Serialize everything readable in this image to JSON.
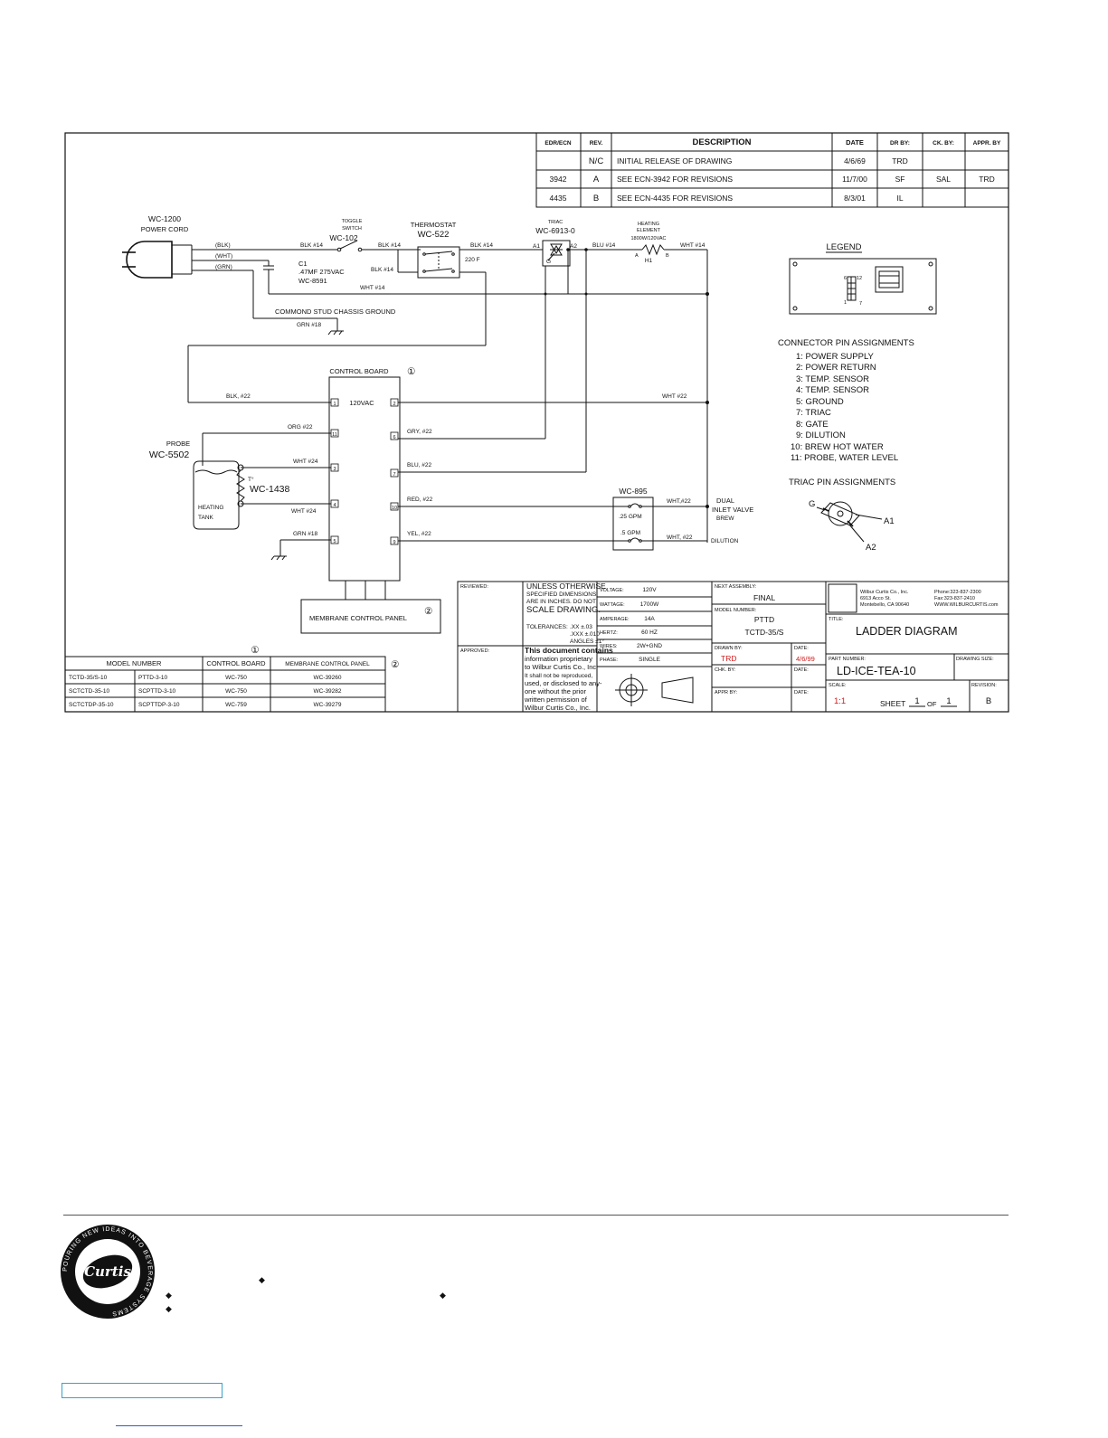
{
  "revision_table": {
    "headers": [
      "EDR/ECN",
      "REV.",
      "DESCRIPTION",
      "DATE",
      "DR BY:",
      "CK. BY:",
      "APPR. BY"
    ],
    "rows": [
      {
        "ecn": "",
        "rev": "N/C",
        "desc": "INITIAL RELEASE OF DRAWING",
        "date": "4/6/69",
        "dr": "TRD",
        "ck": "",
        "appr": ""
      },
      {
        "ecn": "3942",
        "rev": "A",
        "desc": "SEE ECN-3942 FOR REVISIONS",
        "date": "11/7/00",
        "dr": "SF",
        "ck": "SAL",
        "appr": "TRD"
      },
      {
        "ecn": "4435",
        "rev": "B",
        "desc": "SEE ECN-4435 FOR REVISIONS",
        "date": "8/3/01",
        "dr": "IL",
        "ck": "",
        "appr": ""
      }
    ]
  },
  "components": {
    "cord_part": "WC-1200",
    "cord_label": "POWER CORD",
    "blk": "(BLK)",
    "wht": "(WHT)",
    "grn": "(GRN)",
    "toggle_1": "TOGGLE",
    "toggle_2": "SWITCH",
    "toggle_part": "WC-102",
    "thermostat": "THERMOSTAT",
    "thermostat_part": "WC-522",
    "temp": "220 F",
    "triac": "TRIAC",
    "triac_part": "WC-6913-0",
    "heat_1": "HEATING",
    "heat_2": "ELEMENT",
    "heat_rating": "1800W/120VAC",
    "heat_ref": "H1",
    "cap": "C1",
    "cap_rating": ".47MF 275VAC",
    "cap_part": "WC-8591",
    "chassis": "COMMOND STUD CHASSIS GROUND",
    "control_board": "CONTROL BOARD",
    "board_voltage": "120VAC",
    "probe": "PROBE",
    "probe_part": "WC-5502",
    "sensor": "WC-1438",
    "t_mark": "T°",
    "tank_1": "HEATING",
    "tank_2": "TANK",
    "valve_part": "WC-895",
    "valve_gpm_1": ".25 GPM",
    "valve_gpm_2": ".5 GPM",
    "dual_1": "DUAL",
    "dual_2": "INLET VALVE",
    "dual_3": "BREW",
    "dilution": "DILUTION",
    "membrane": "MEMBRANE CONTROL PANEL",
    "circle1": "①",
    "circle2": "②",
    "pin_a1": "A1",
    "pin_a2": "A2",
    "pin_g": "G",
    "pin_a": "A",
    "pin_b": "B"
  },
  "wires": {
    "blk14": "BLK #14",
    "wht14": "WHT #14",
    "grn18": "GRN #18",
    "blu14": "BLU #14",
    "blk22": "BLK, #22",
    "wht22": "WHT #22",
    "org22": "ORG #22",
    "gry22": "GRY, #22",
    "wht24": "WHT #24",
    "blu22": "BLU, #22",
    "red22": "RED, #22",
    "yel22": "YEL, #22",
    "wht22b": "WHT,#22",
    "wht22c": "WHT, #22"
  },
  "board_pins": [
    "1",
    "2",
    "11",
    "6",
    "3",
    "7",
    "4",
    "10",
    "5",
    "9"
  ],
  "legend": {
    "title": "LEGEND",
    "conn_title": "CONNECTOR PIN ASSIGNMENTS",
    "pins": [
      "1: POWER SUPPLY",
      "2: POWER RETURN",
      "3: TEMP. SENSOR",
      "4: TEMP. SENSOR",
      "5: GROUND",
      "7: TRIAC",
      "8: GATE",
      "9: DILUTION",
      "10: BREW HOT WATER",
      "11: PROBE, WATER LEVEL"
    ],
    "triac_title": "TRIAC PIN ASSIGNMENTS",
    "n6": "6",
    "n12": "12",
    "n1": "1",
    "n7": "7"
  },
  "model_table": {
    "headers": [
      "MODEL NUMBER",
      "CONTROL BOARD",
      "MEMBRANE CONTROL PANEL"
    ],
    "rows": [
      [
        "TCTD-35/S-10",
        "PTTD-3-10",
        "WC-750",
        "WC-39260"
      ],
      [
        "SCTCTD-35-10",
        "SCPTTD-3-10",
        "WC-750",
        "WC-39282"
      ],
      [
        "SCTCTDP-35-10",
        "SCPTTDP-3-10",
        "WC-759",
        "WC-39279"
      ]
    ]
  },
  "title_block": {
    "reviewed": "REVIEWED:",
    "approved": "APPROVED:",
    "notes": [
      "UNLESS OTHERWISE",
      "SPECIFIED DIMENSIONS",
      "ARE IN INCHES. DO NOT",
      "SCALE DRAWING."
    ],
    "tolerances": "TOLERANCES:",
    "tol_values": [
      ".XX ±.03",
      ".XXX ±.010",
      "ANGLES ±1°"
    ],
    "proprietary": [
      "This document contains",
      "information proprietary",
      "to Wilbur Curtis Co., Inc.",
      "It shall not be reproduced,",
      "used, or disclosed to any-",
      "one without the prior",
      "written permission of",
      "Wilbur Curtis Co., Inc."
    ],
    "specs": [
      {
        "k": "VOLTAGE:",
        "v": "120V"
      },
      {
        "k": "WATTAGE:",
        "v": "1700W"
      },
      {
        "k": "AMPERAGE:",
        "v": "14A"
      },
      {
        "k": "HERTZ:",
        "v": "60 HZ"
      },
      {
        "k": "WIRES:",
        "v": "2W+GND"
      },
      {
        "k": "PHASE:",
        "v": "SINGLE"
      }
    ],
    "next_assembly_label": "NEXT ASSEMBLY:",
    "next_assembly": "FINAL",
    "model_number_label": "MODEL NUMBER:",
    "model_1": "PTTD",
    "model_2": "TCTD-35/S",
    "drawn_by_label": "DRAWN BY:",
    "drawn_by": "TRD",
    "date_label": "DATE:",
    "drawn_date": "4/6/99",
    "chk_by_label": "CHK. BY:",
    "appr_by_label": "APPR BY:",
    "company": [
      "Wilbur Curtis Co., Inc.",
      "6913 Acco St.",
      "Montebello, CA 90640"
    ],
    "contact": [
      "Phone:323-837-2300",
      "Fax:323-837-2410",
      "WWW.WILBURCURTIS.com"
    ],
    "title_label": "TITLE:",
    "title": "LADDER DIAGRAM",
    "part_number_label": "PART NUMBER:",
    "part_number": "LD-ICE-TEA-10",
    "drawing_size_label": "DRAWING SIZE:",
    "scale_label": "SCALE:",
    "scale": "1:1",
    "sheet_label": "SHEET",
    "sheet": "1",
    "of_label": "OF",
    "sheet_total": "1",
    "revision_label": "REVISION:",
    "revision": "B"
  },
  "footer": {
    "logo_text": "Curtis",
    "logo_ring": "POURING NEW IDEAS INTO BEVERAGE SYSTEMS",
    "bullet": "◆"
  }
}
